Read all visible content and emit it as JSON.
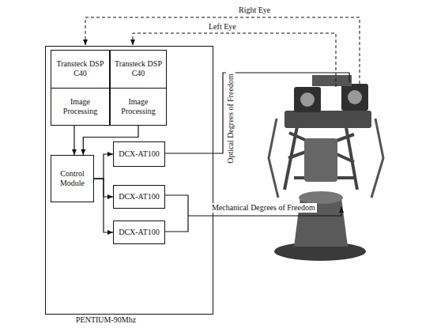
{
  "diagram": {
    "nodes": [
      {
        "text": [
          "PENTIUM-90Mhz"
        ]
      },
      {
        "text": [
          "Transteck DSP C40",
          "Image Processing"
        ],
        "in": 0
      },
      {
        "text": [
          "Transteck DSP C40",
          "Image Processing"
        ],
        "in": 0
      },
      {
        "text": [
          "Control Module"
        ],
        "in": 0
      },
      {
        "text": [
          "DCX-AT100"
        ],
        "in": 0
      },
      {
        "text": [
          "DCX-AT100"
        ],
        "in": 0
      },
      {
        "text": [
          "DCX-AT100"
        ],
        "in": 0
      }
    ],
    "edges": [
      {
        "from": 1,
        "to": 3,
        "arrow": "to"
      },
      {
        "from": 2,
        "to": 3,
        "arrow": "to"
      },
      {
        "from": 3,
        "to": 4,
        "arrow": "to"
      },
      {
        "from": 3,
        "to": 5,
        "arrow": "to"
      },
      {
        "from": 3,
        "to": 6,
        "arrow": "to"
      }
    ],
    "labels": [
      "Right Eye",
      "Left Eye",
      "Optical Degrees of Freedom",
      "Mechanical Degrees of Freedom"
    ]
  }
}
